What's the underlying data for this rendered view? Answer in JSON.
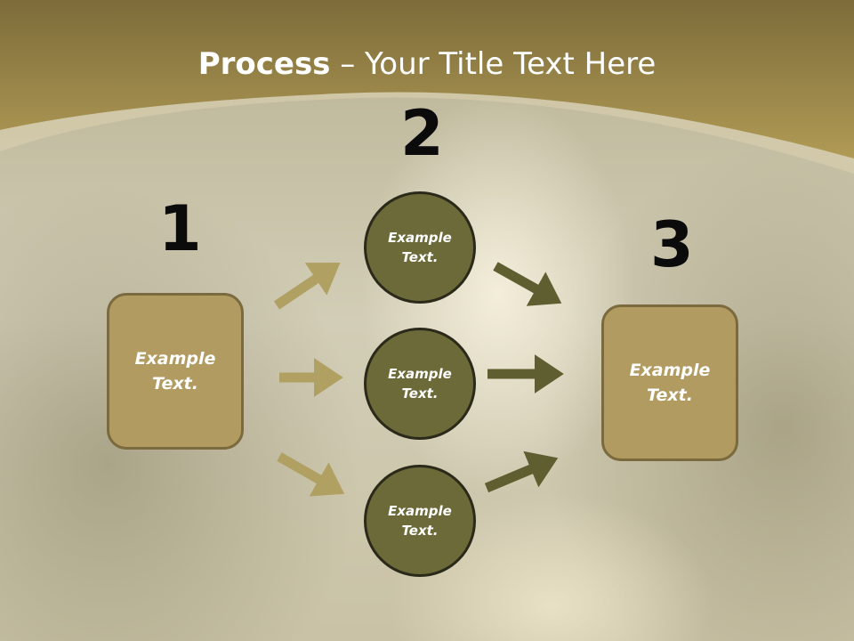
{
  "title": {
    "bold": "Process",
    "rest": " – Your Title Text Here"
  },
  "steps": {
    "one": "1",
    "two": "2",
    "three": "3"
  },
  "left_box": {
    "label": "Example\nText."
  },
  "right_box": {
    "label": "Example\nText."
  },
  "circles": [
    {
      "label": "Example\nText."
    },
    {
      "label": "Example\nText."
    },
    {
      "label": "Example\nText."
    }
  ],
  "colors": {
    "header_band": "#9a8a4e",
    "box_fill": "#b19b61",
    "circle_fill": "#6b6a38",
    "arrow_light": "#b0a062",
    "arrow_dark": "#5f5e31"
  }
}
